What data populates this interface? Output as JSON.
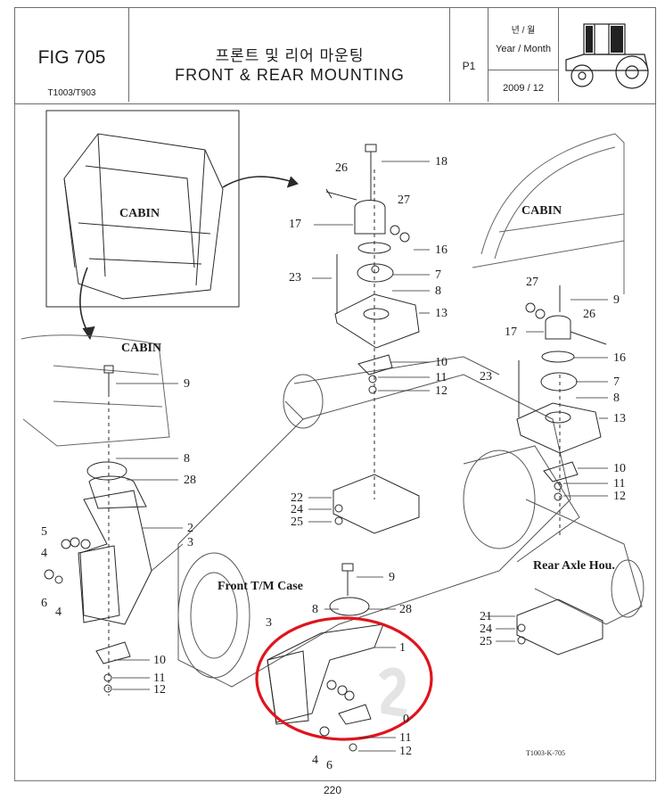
{
  "header": {
    "fig_no": "FIG 705",
    "model": "T1003/T903",
    "title_kr": "프론트 및 리어 마운팅",
    "title_en": "FRONT & REAR MOUNTING",
    "page_code": "P1",
    "year_month_kr": "년 / 월",
    "year_month_en": "Year / Month",
    "date": "2009 / 12"
  },
  "labels": {
    "cabin_inset": "CABIN",
    "cabin_front": "CABIN",
    "cabin_rear": "CABIN",
    "front_case": "Front T/M Case",
    "rear_axle": "Rear Axle Hou."
  },
  "drawing_code": "T1003-K-705",
  "page_number": "220",
  "part_numbers": {
    "p18": "18",
    "p26a": "26",
    "p27a": "27",
    "p17a": "17",
    "p16a": "16",
    "p23a": "23",
    "p7a": "7",
    "p8a": "8",
    "p13a": "13",
    "p10a": "10",
    "p11a": "11",
    "p12a": "12",
    "p9r": "9",
    "p27b": "27",
    "p26b": "26",
    "p17b": "17",
    "p16b": "16",
    "p23b": "23",
    "p7b": "7",
    "p8b": "8",
    "p13b": "13",
    "p10b": "10",
    "p11b": "11",
    "p12b": "12",
    "p9f": "9",
    "p8f": "8",
    "p28f": "28",
    "p2": "2",
    "p3f": "3",
    "p5": "5",
    "p4a": "4",
    "p6a": "6",
    "p4b": "4",
    "p10f": "10",
    "p11f": "11",
    "p12f": "12",
    "p22": "22",
    "p24a": "24",
    "p25a": "25",
    "p9c": "9",
    "p8c": "8",
    "p28c": "28",
    "p1": "1",
    "p3c": "3",
    "p0": "0",
    "p11c": "11",
    "p12c": "12",
    "p4c": "4",
    "p6c": "6",
    "p21": "21",
    "p24b": "24",
    "p25b": "25"
  },
  "colors": {
    "line": "#2a2a2a",
    "callout": "#e0141c",
    "paper": "#ffffff"
  }
}
